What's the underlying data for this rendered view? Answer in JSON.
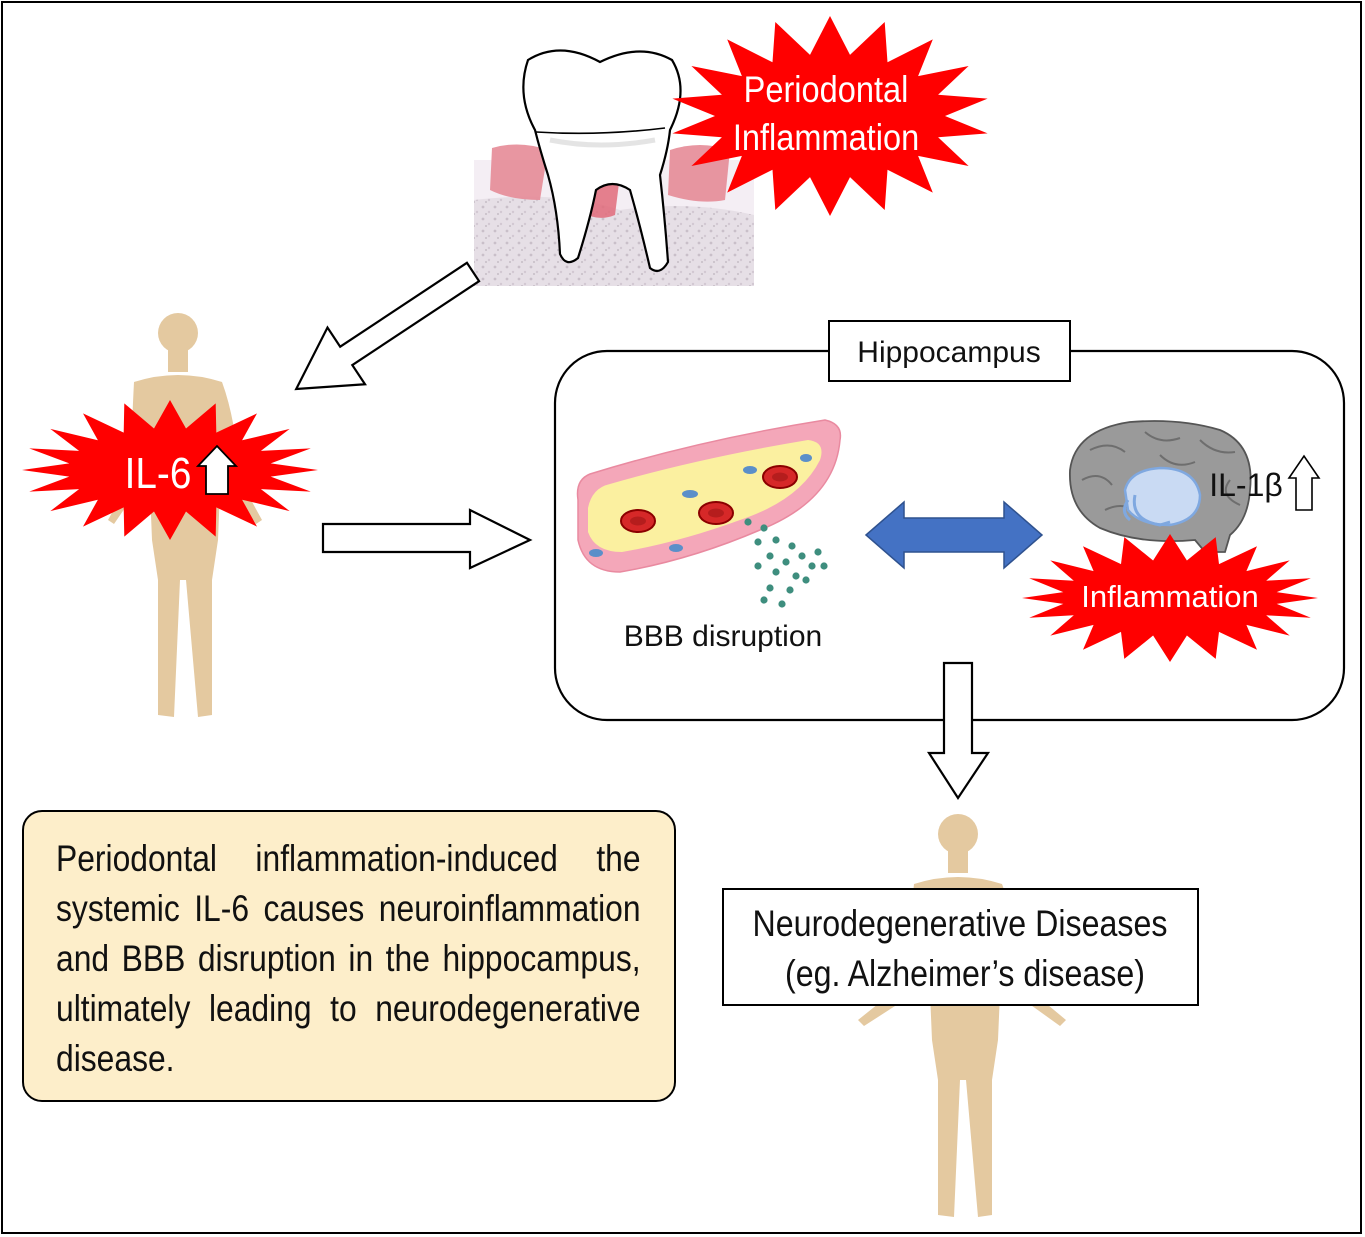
{
  "labels": {
    "periodontal_line1": "Periodontal",
    "periodontal_line2": "Inflammation",
    "il6": "IL-6",
    "hippocampus": "Hippocampus",
    "bbb": "BBB disruption",
    "il1b": "IL-1β",
    "inflammation": "Inflammation",
    "neuro_line1": "Neurodegenerative Diseases",
    "neuro_line2": "(eg. Alzheimer’s disease)"
  },
  "caption": "Periodontal inflammation-induced the systemic IL-6 causes neuroinflammation and BBB disruption in the hippocampus, ultimately leading to neurodegenerative disease.",
  "colors": {
    "burst_red": "#ff0000",
    "body_tan": "#e4c9a0",
    "caption_bg": "#fdeeca",
    "arrow_blue": "#4472c4",
    "vessel_pink": "#f4a7b9",
    "plasma_yellow": "#fbf0a0",
    "rbc_red": "#d62828",
    "brain_gray": "#9a9a9a",
    "hippocampus_blue": "#7fa8e0"
  },
  "icons": [
    "tooth-icon",
    "human-body-icon",
    "blood-vessel-icon",
    "brain-icon",
    "up-arrow-icon",
    "burst-icon"
  ]
}
